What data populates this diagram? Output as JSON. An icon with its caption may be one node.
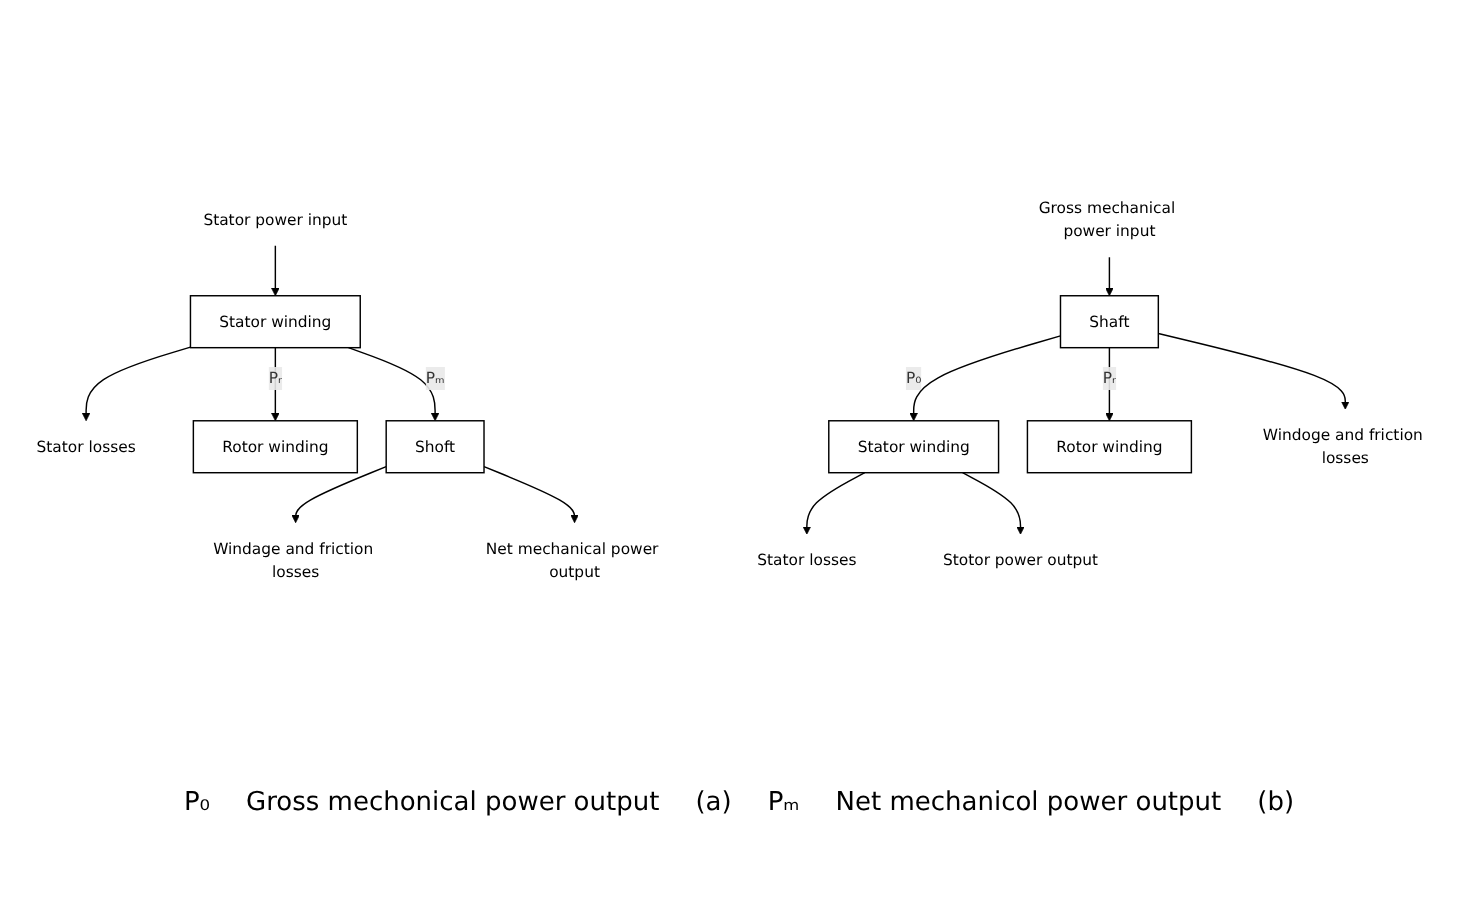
{
  "diagram": {
    "nodes": [
      {
        "text": [
          "Stator power input"
        ]
      },
      {
        "text": [
          "Stator losses"
        ]
      },
      {
        "text": [
          "Stator winding"
        ]
      },
      {
        "text": [
          "Rotor winding"
        ]
      },
      {
        "text": [
          "Shoft"
        ]
      },
      {
        "text": [
          "Windage and friction losses"
        ]
      },
      {
        "text": [
          "Net mechanical power output"
        ]
      },
      {
        "text": [
          "Stator losses"
        ]
      },
      {
        "text": [
          "Stotor power output"
        ]
      },
      {
        "text": [
          "Stator winding"
        ]
      },
      {
        "text": [
          "Rotor winding"
        ]
      },
      {
        "text": [
          "Shaft"
        ]
      },
      {
        "text": [
          "Windoge and friction losses"
        ]
      },
      {
        "text": [
          "Gross mechanical power input"
        ]
      }
    ],
    "edges": [
      {
        "from": 0,
        "to": 2,
        "arrow": "to"
      },
      {
        "from": 2,
        "to": 1,
        "arrow": "to"
      },
      {
        "from": 2,
        "to": 3,
        "arrow": "to",
        "label": "Pᵣ"
      },
      {
        "from": 2,
        "to": 4,
        "arrow": "to",
        "label": "Pₘ"
      },
      {
        "from": 4,
        "to": 5,
        "arrow": "to"
      },
      {
        "from": 4,
        "to": 6,
        "arrow": "to"
      },
      {
        "from": 9,
        "to": 7,
        "arrow": "to"
      },
      {
        "from": 9,
        "to": 8,
        "arrow": "to"
      },
      {
        "from": 11,
        "to": 9,
        "arrow": "to",
        "label": "P₀"
      },
      {
        "from": 11,
        "to": 10,
        "arrow": "to",
        "label": "Pᵣ"
      },
      {
        "from": 11,
        "to": 12,
        "arrow": "to"
      },
      {
        "from": 13,
        "to": 11,
        "arrow": "to"
      }
    ],
    "labels": [
      "P₀",
      "Gross mechonical power output",
      "(a)",
      "Pₘ",
      "Net mechanicol power output",
      "(b)"
    ]
  }
}
